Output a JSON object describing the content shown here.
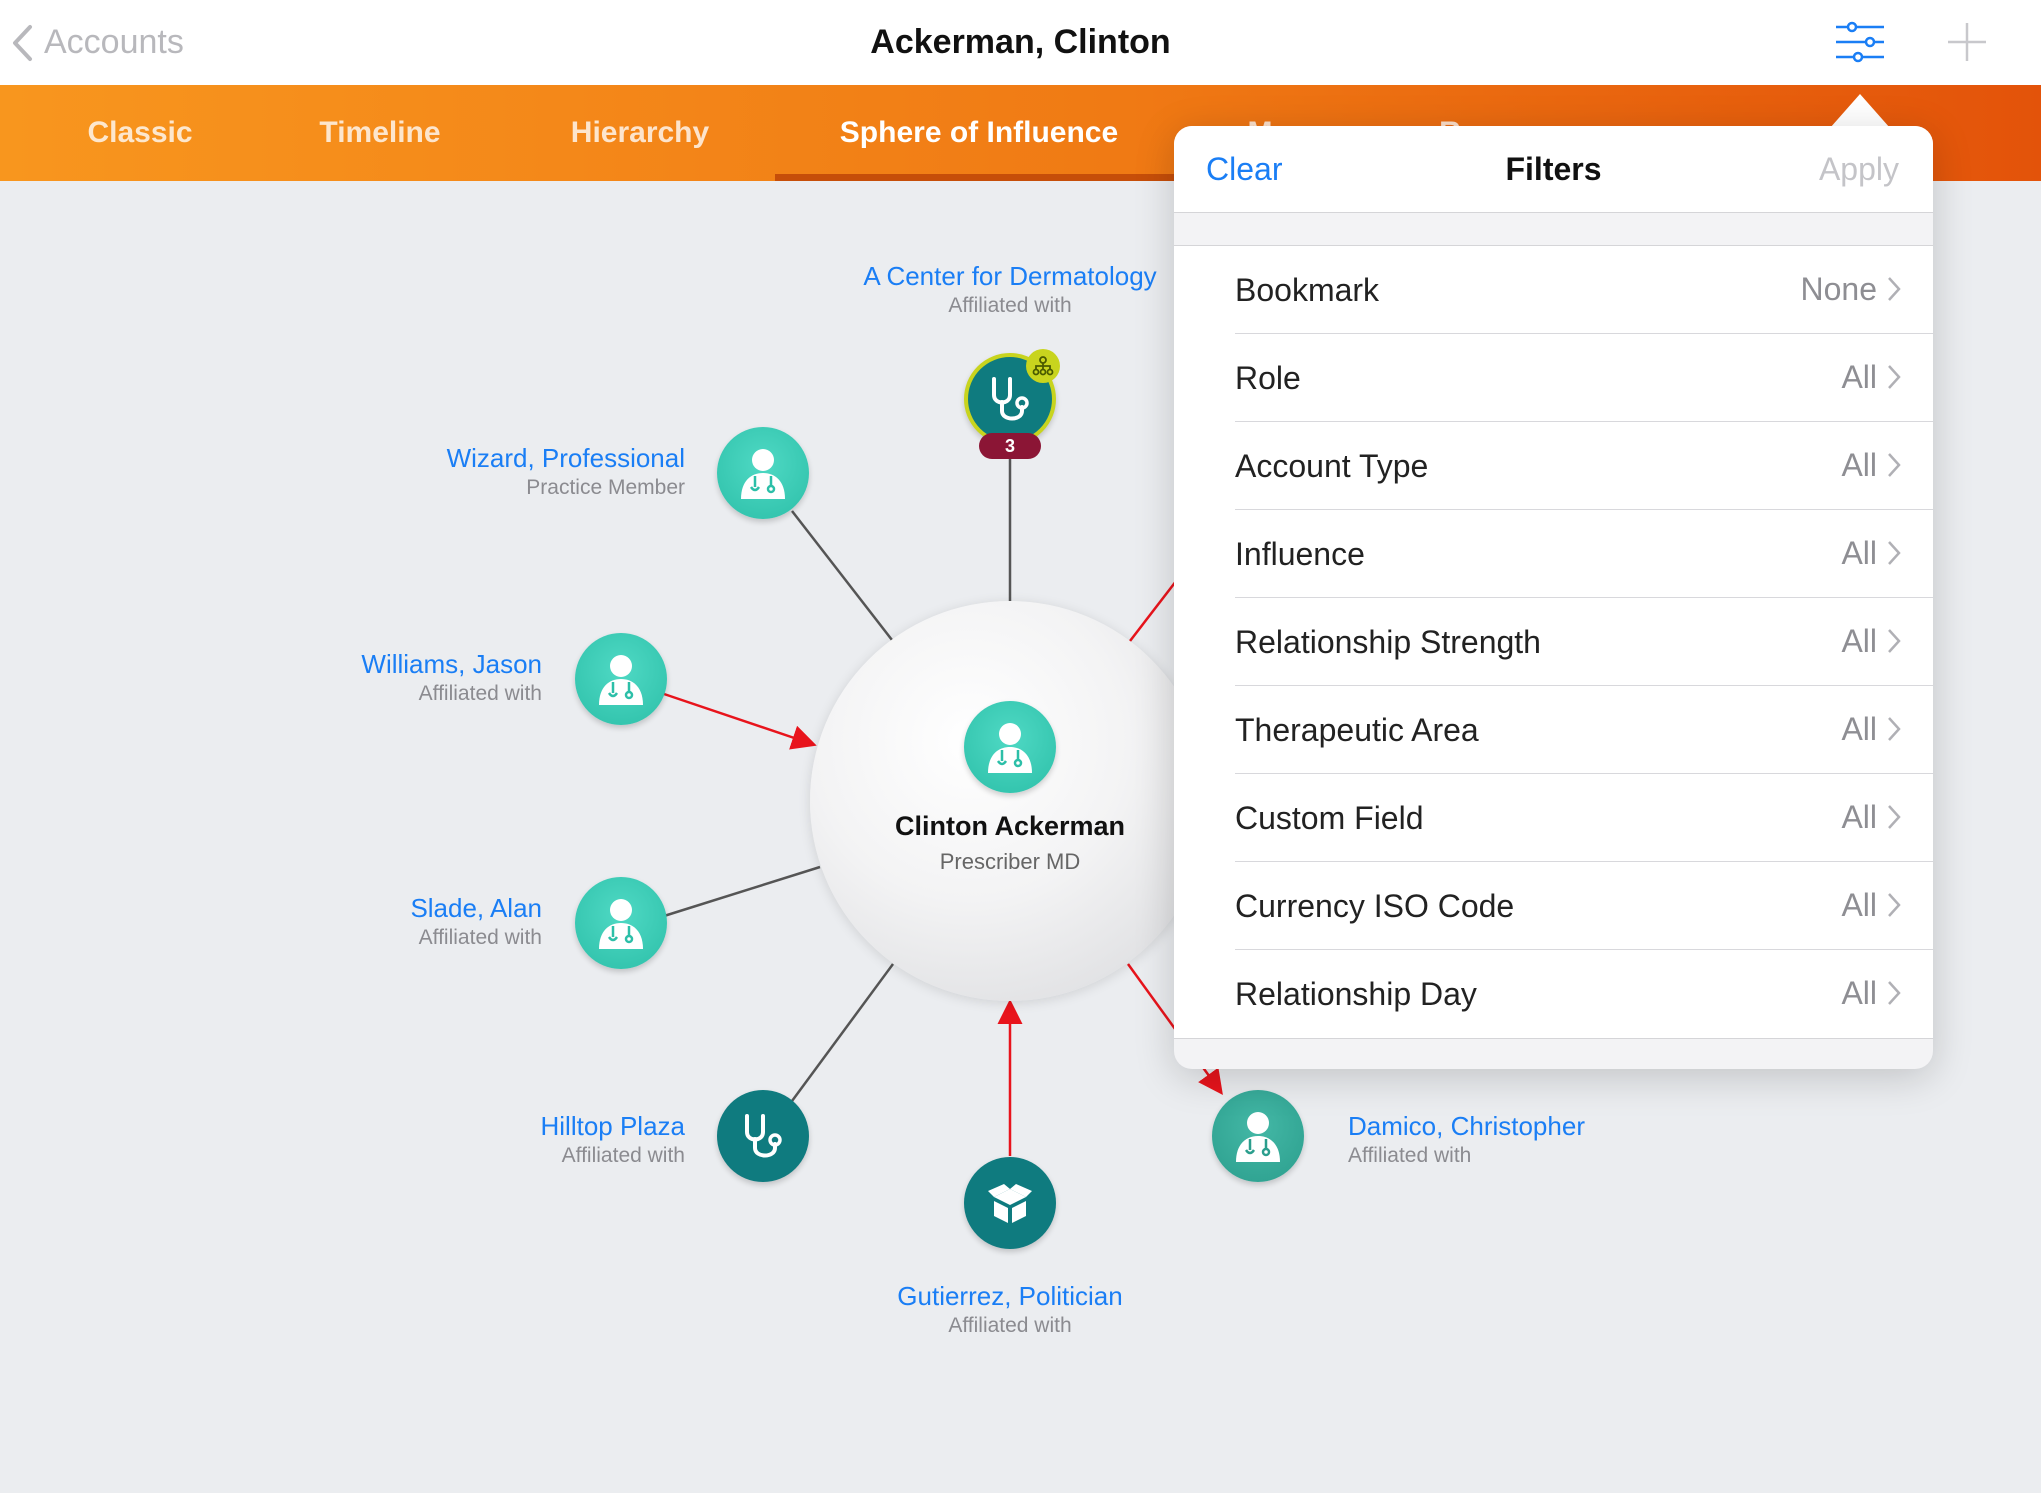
{
  "nav": {
    "back_label": "Accounts",
    "title": "Ackerman, Clinton"
  },
  "tabs": [
    {
      "label": "Classic"
    },
    {
      "label": "Timeline"
    },
    {
      "label": "Hierarchy"
    },
    {
      "label": "Sphere of Influence"
    },
    {
      "label": "M"
    },
    {
      "label": "R"
    }
  ],
  "hub": {
    "name": "Clinton Ackerman",
    "subtitle": "Prescriber MD"
  },
  "nodes": {
    "dermatology": {
      "name": "A Center for Dermatology",
      "role": "Affiliated with",
      "badge": "3"
    },
    "wizard": {
      "name": "Wizard, Professional",
      "role": "Practice Member"
    },
    "williams": {
      "name": "Williams, Jason",
      "role": "Affiliated with"
    },
    "slade": {
      "name": "Slade, Alan",
      "role": "Affiliated with"
    },
    "hilltop": {
      "name": "Hilltop Plaza",
      "role": "Affiliated with"
    },
    "gutierrez": {
      "name": "Gutierrez, Politician",
      "role": "Affiliated with"
    },
    "damico": {
      "name": "Damico, Christopher",
      "role": "Affiliated with"
    }
  },
  "filters": {
    "clear_label": "Clear",
    "title": "Filters",
    "apply_label": "Apply",
    "rows": [
      {
        "label": "Bookmark",
        "value": "None"
      },
      {
        "label": "Role",
        "value": "All"
      },
      {
        "label": "Account Type",
        "value": "All"
      },
      {
        "label": "Influence",
        "value": "All"
      },
      {
        "label": "Relationship Strength",
        "value": "All"
      },
      {
        "label": "Therapeutic Area",
        "value": "All"
      },
      {
        "label": "Custom Field",
        "value": "All"
      },
      {
        "label": "Currency ISO Code",
        "value": "All"
      },
      {
        "label": "Relationship Day",
        "value": "All"
      }
    ]
  },
  "colors": {
    "accent_blue": "#1a7ef5",
    "tab_orange": "#f8961e",
    "teal": "#2cbfa8",
    "dark_teal": "#0f7b7f",
    "arrow_red": "#e8141c",
    "badge_red": "#8b1535"
  },
  "icons": [
    "chevron-left-icon",
    "filter-sliders-icon",
    "plus-icon",
    "doctor-icon",
    "stethoscope-icon",
    "box-icon",
    "hierarchy-icon",
    "chevron-right-icon"
  ]
}
